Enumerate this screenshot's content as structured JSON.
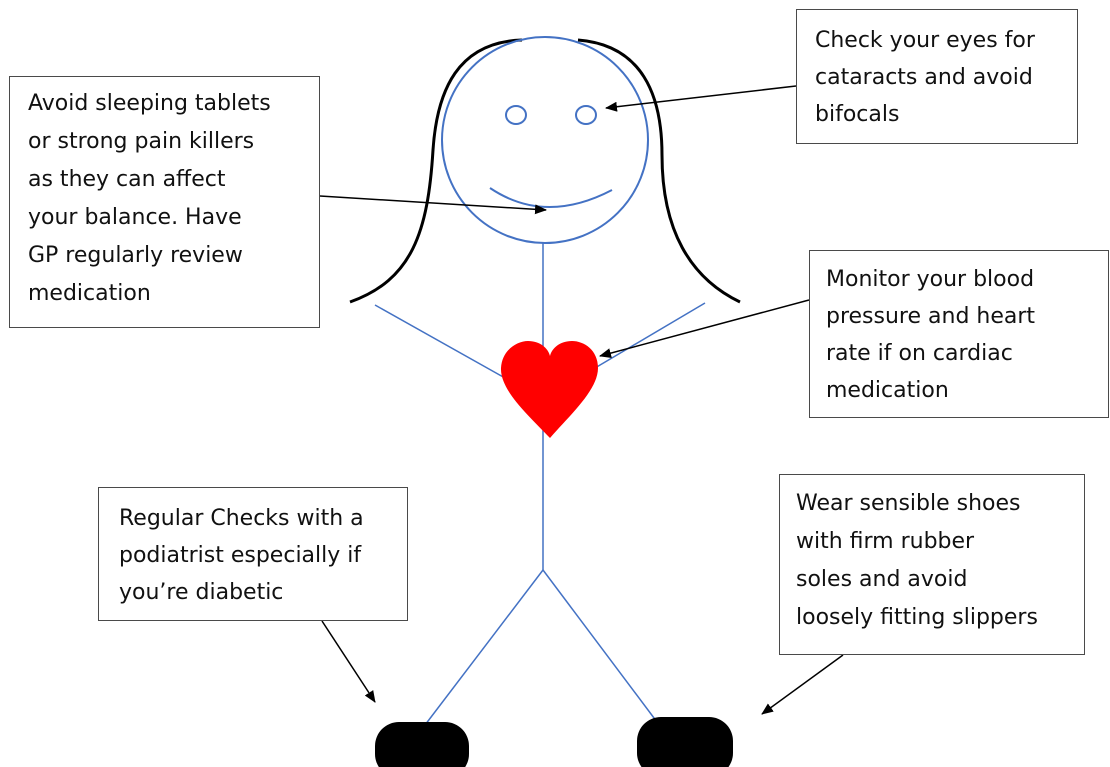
{
  "callouts": {
    "medication": {
      "lines": [
        "Avoid sleeping tablets",
        "or strong pain killers",
        "as they can affect",
        "your balance. Have",
        "GP regularly review",
        "medication"
      ]
    },
    "eyes": {
      "lines": [
        "Check your eyes for",
        "cataracts and avoid",
        "bifocals"
      ]
    },
    "heart": {
      "lines": [
        "Monitor your blood",
        "pressure and heart",
        "rate if on cardiac",
        "medication"
      ]
    },
    "feet": {
      "lines": [
        "Regular Checks with a",
        "podiatrist especially if",
        "you’re diabetic"
      ]
    },
    "shoes": {
      "lines": [
        "Wear sensible shoes",
        "with firm rubber",
        "soles and avoid",
        "loosely fitting slippers"
      ]
    }
  },
  "colors": {
    "figure_line": "#4472C4",
    "hair": "#000000",
    "heart": "#FF0000",
    "shoes": "#000000",
    "arrow": "#000000",
    "box_border": "#4a4a4a"
  }
}
